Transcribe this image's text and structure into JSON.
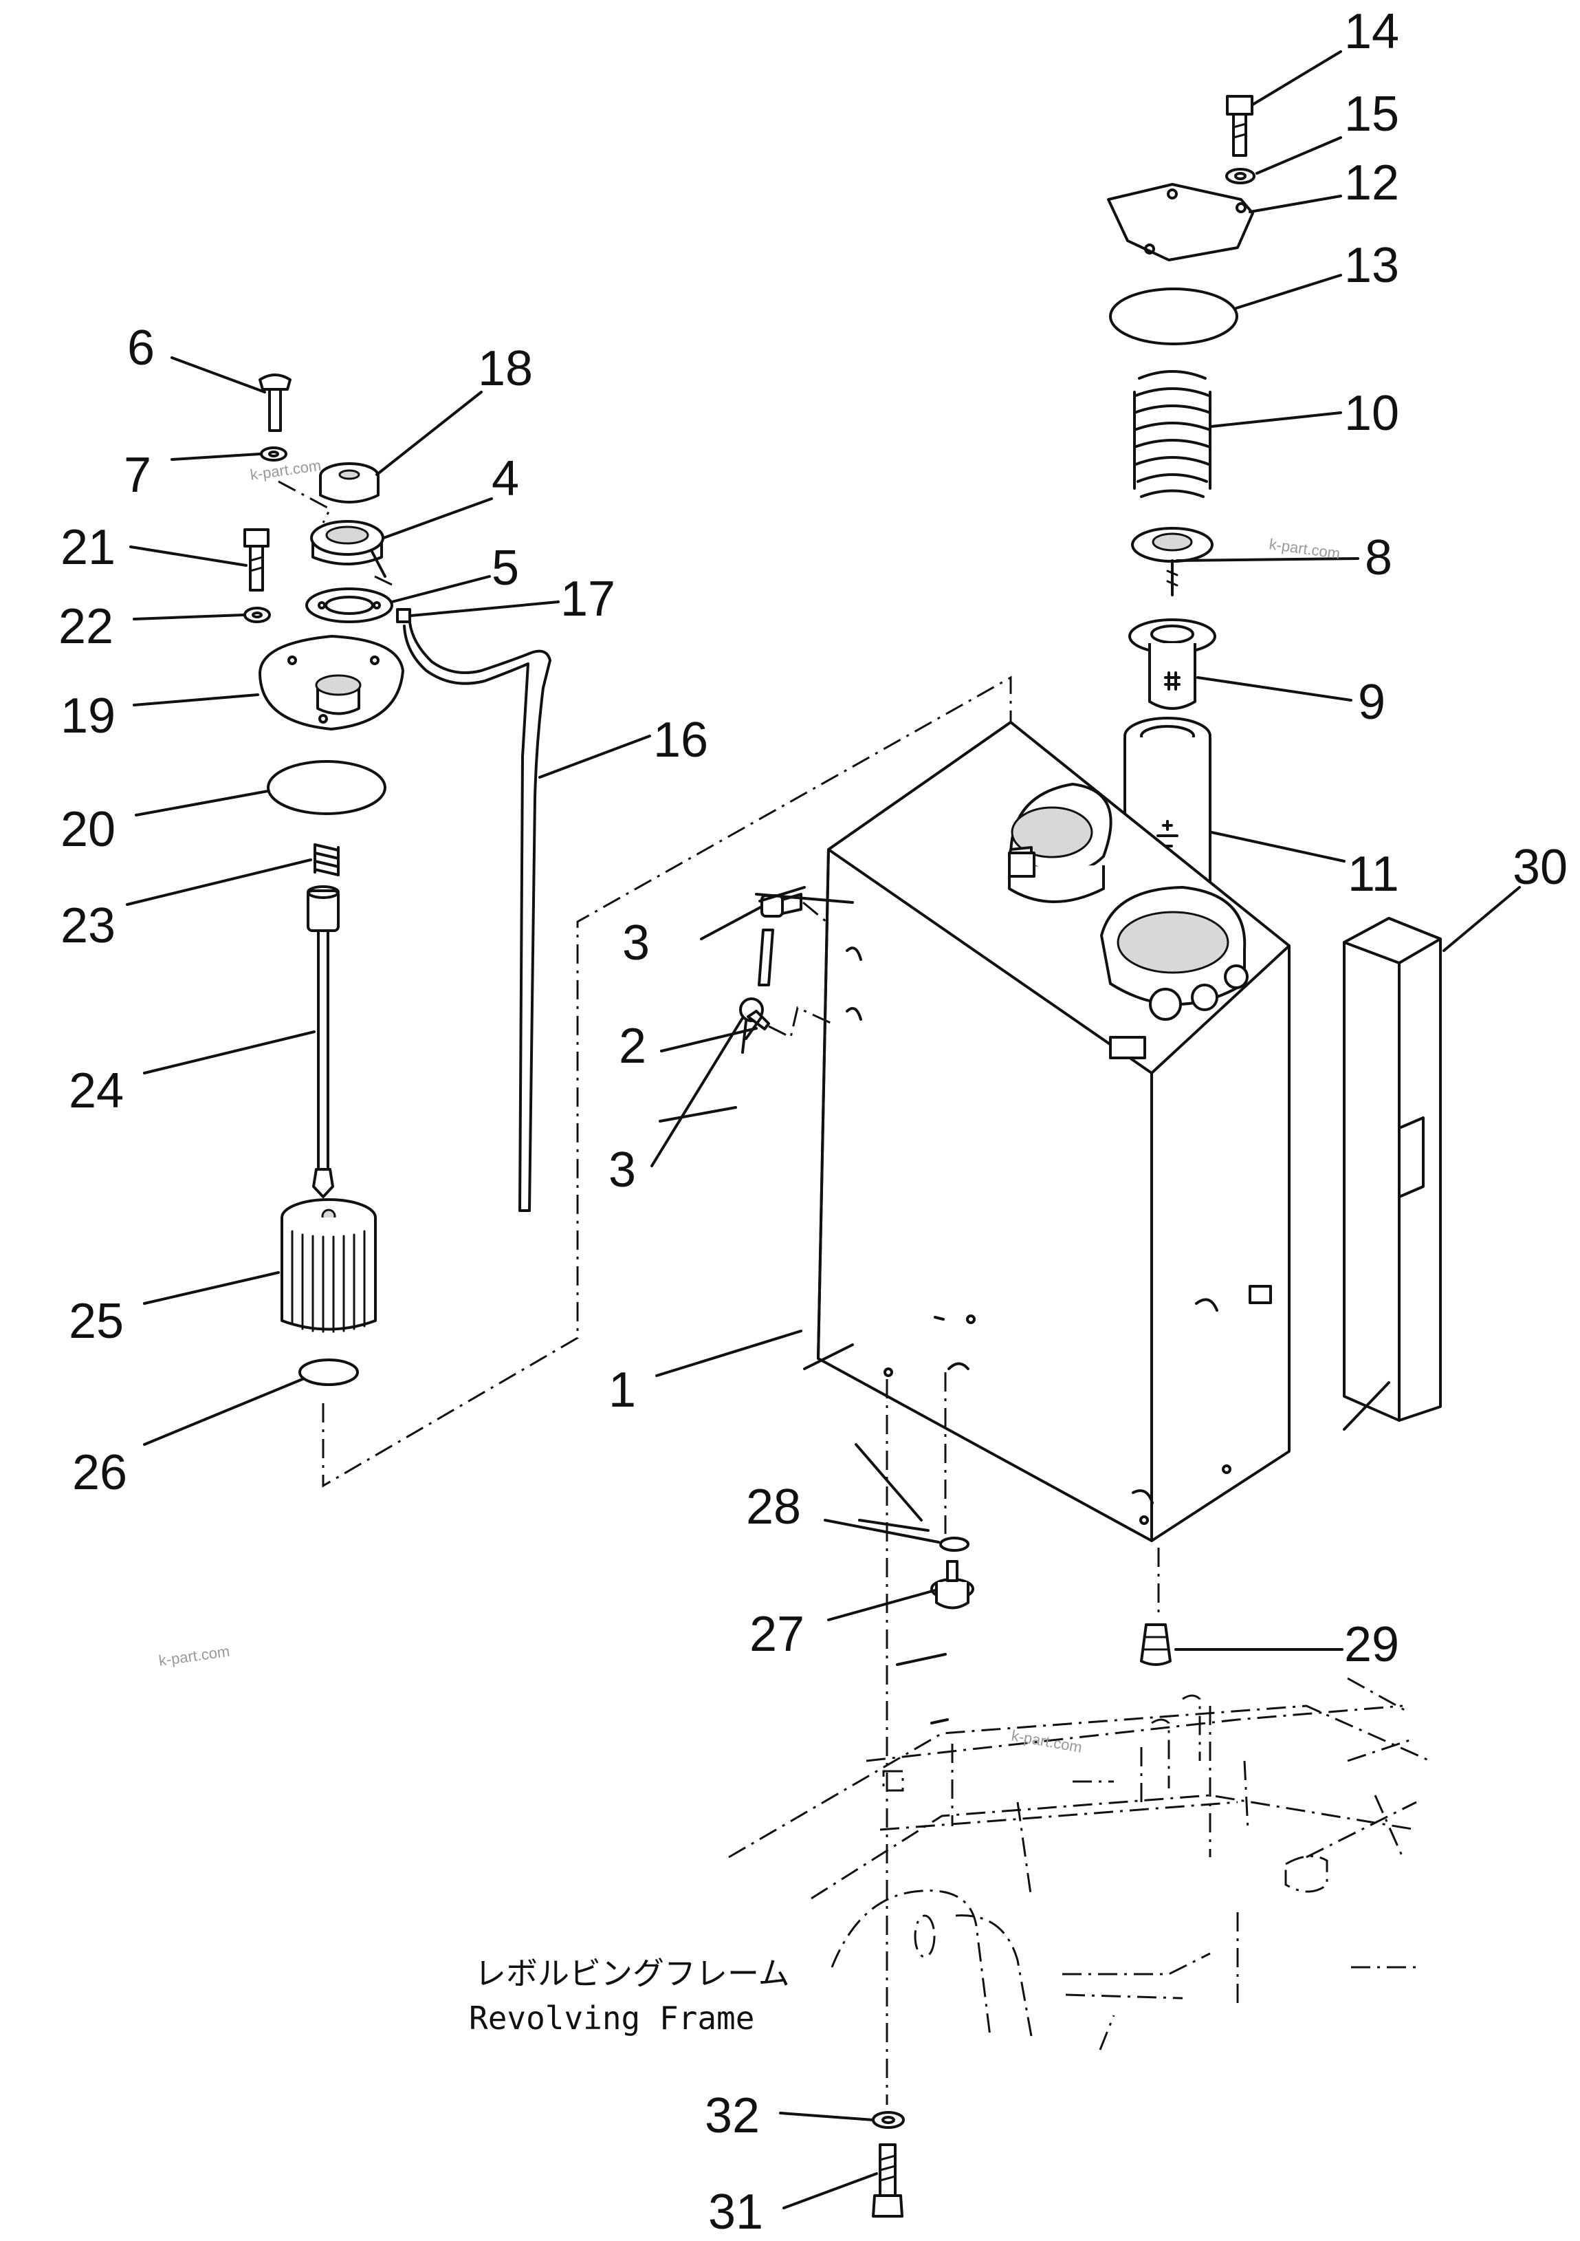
{
  "callouts": [
    {
      "id": "1",
      "text": "1"
    },
    {
      "id": "2",
      "text": "2"
    },
    {
      "id": "3a",
      "text": "3"
    },
    {
      "id": "3b",
      "text": "3"
    },
    {
      "id": "4",
      "text": "4"
    },
    {
      "id": "5",
      "text": "5"
    },
    {
      "id": "6",
      "text": "6"
    },
    {
      "id": "7",
      "text": "7"
    },
    {
      "id": "8",
      "text": "8"
    },
    {
      "id": "9",
      "text": "9"
    },
    {
      "id": "10",
      "text": "10"
    },
    {
      "id": "11",
      "text": "11"
    },
    {
      "id": "12",
      "text": "12"
    },
    {
      "id": "13",
      "text": "13"
    },
    {
      "id": "14",
      "text": "14"
    },
    {
      "id": "15",
      "text": "15"
    },
    {
      "id": "16",
      "text": "16"
    },
    {
      "id": "17",
      "text": "17"
    },
    {
      "id": "18",
      "text": "18"
    },
    {
      "id": "19",
      "text": "19"
    },
    {
      "id": "20",
      "text": "20"
    },
    {
      "id": "21",
      "text": "21"
    },
    {
      "id": "22",
      "text": "22"
    },
    {
      "id": "23",
      "text": "23"
    },
    {
      "id": "24",
      "text": "24"
    },
    {
      "id": "25",
      "text": "25"
    },
    {
      "id": "26",
      "text": "26"
    },
    {
      "id": "27",
      "text": "27"
    },
    {
      "id": "28",
      "text": "28"
    },
    {
      "id": "29",
      "text": "29"
    },
    {
      "id": "30",
      "text": "30"
    },
    {
      "id": "31",
      "text": "31"
    },
    {
      "id": "32",
      "text": "32"
    }
  ],
  "frame_label": {
    "japanese": "レボルビングフレーム",
    "english": "Revolving Frame"
  },
  "watermark": "k-part.com"
}
